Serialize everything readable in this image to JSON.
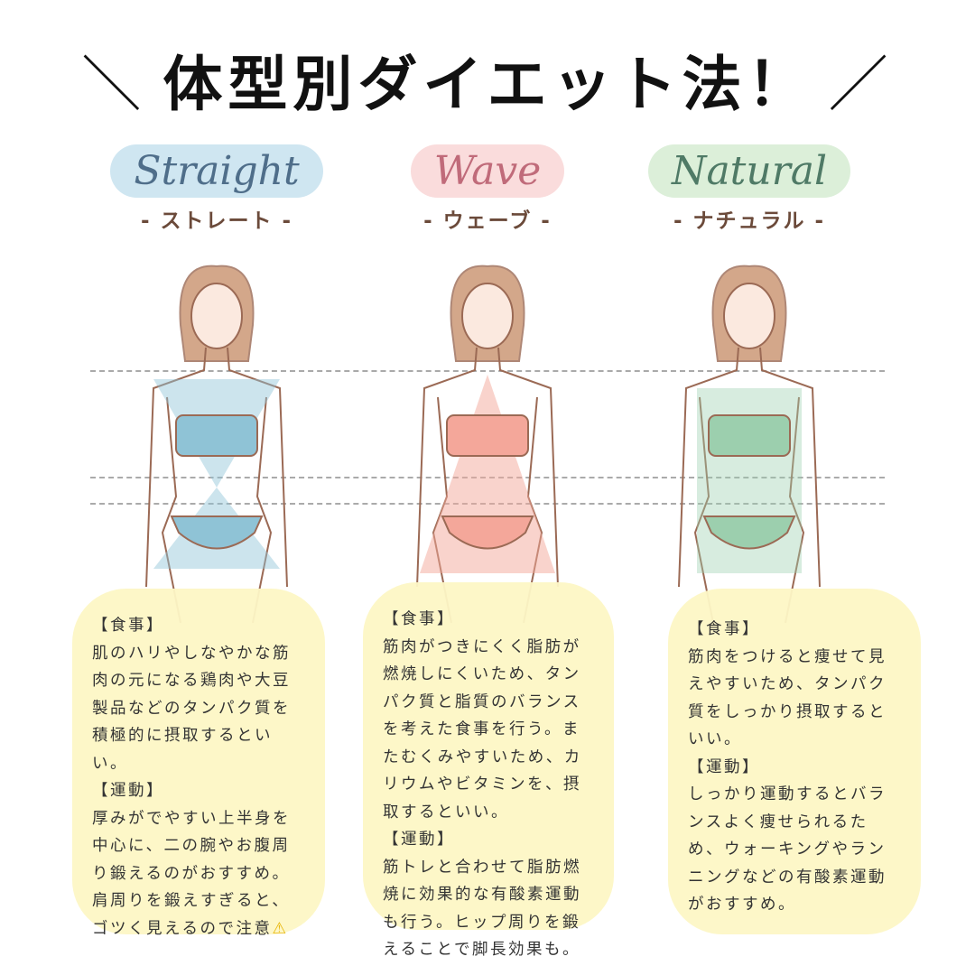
{
  "title": {
    "left": "＼",
    "text": "体型別ダイエット法！",
    "right": "／"
  },
  "types": [
    {
      "script": "Straight",
      "kana": "- ストレート -",
      "script_color": "#4f6e8a",
      "bg": "#cfe6f1",
      "accent": "#8fc3d6",
      "food_heading": "【食事】",
      "food": [
        "肌のハリやしなやかな筋",
        "肉の元になる鶏肉や大豆",
        "製品などのタンパク質を",
        "積極的に摂取するとい",
        "い。"
      ],
      "exercise_heading": "【運動】",
      "exercise": [
        "厚みがでやすい上半身を",
        "中心に、二の腕やお腹周",
        "り鍛えるのがおすすめ。",
        "肩周りを鍛えすぎると、",
        "ゴツく見えるので注意"
      ],
      "warning_icon": "warning-icon"
    },
    {
      "script": "Wave",
      "kana": "- ウェーブ -",
      "script_color": "#c06b7a",
      "bg": "#fadcdc",
      "accent": "#f4a79a",
      "food_heading": "【食事】",
      "food": [
        "筋肉がつきにくく脂肪が",
        "燃焼しにくいため、タン",
        "パク質と脂質のバランス",
        "を考えた食事を行う。ま",
        "たむくみやすいため、カ",
        "リウムやビタミンを、摂",
        "取するといい。"
      ],
      "exercise_heading": "【運動】",
      "exercise": [
        "筋トレと合わせて脂肪燃",
        "焼に効果的な有酸素運動",
        "も行う。ヒップ周りを鍛",
        "えることで脚長効果も。"
      ]
    },
    {
      "script": "Natural",
      "kana": "- ナチュラル -",
      "script_color": "#4f7a66",
      "bg": "#dcefd9",
      "accent": "#9ccfae",
      "food_heading": "【食事】",
      "food": [
        "筋肉をつけると痩せて見",
        "えやすいため、タンパク",
        "質をしっかり摂取すると",
        "いい。"
      ],
      "exercise_heading": "【運動】",
      "exercise": [
        "しっかり運動するとバラ",
        "ンスよく痩せられるた",
        "め、ウォーキングやラン",
        "ニングなどの有酸素運動",
        "がおすすめ。"
      ]
    }
  ]
}
